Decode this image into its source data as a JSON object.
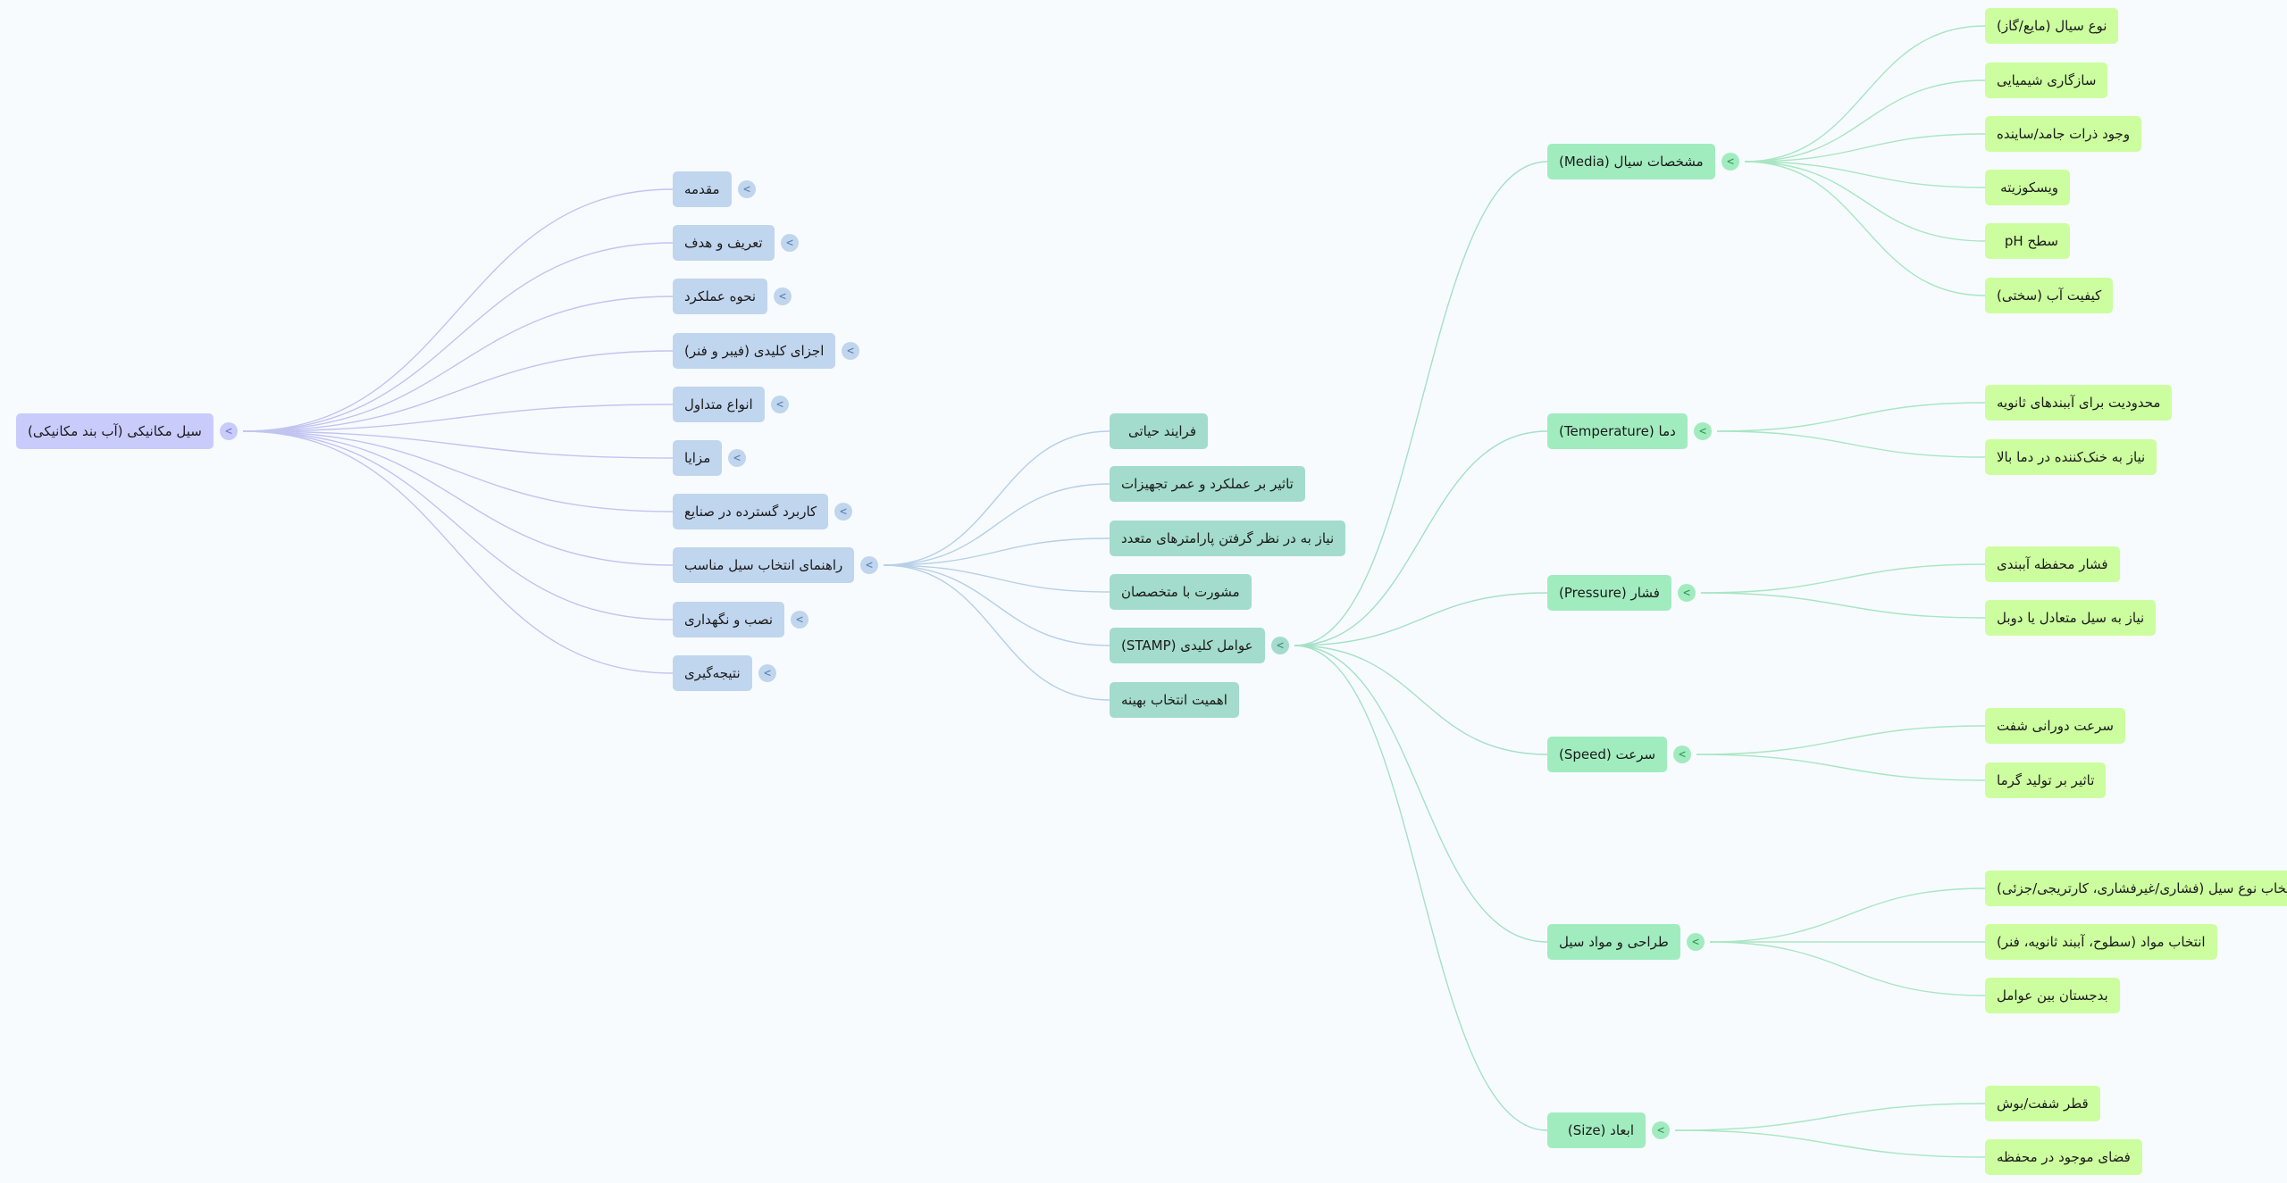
{
  "colors": {
    "background": "#f7fbfe",
    "root": "#c9ccfb",
    "level1": "#c0d5ee",
    "level2": "#a3dccc",
    "level3": "#a1ecbf",
    "level4": "#ccfe9f",
    "edge_root": "#c2c4f0",
    "edge_level1": "#b8cfe6",
    "edge_level2": "#a6e0c6",
    "edge_level3": "#a8e6c2"
  },
  "icons": {
    "toggle": "chevron-left-icon",
    "toggle_glyph": "<"
  },
  "root": {
    "label": "سیل مکانیکی (آب بند مکانیکی)"
  },
  "sections": [
    {
      "label": "مقدمه"
    },
    {
      "label": "تعریف و هدف"
    },
    {
      "label": "نحوه عملکرد"
    },
    {
      "label": "اجزای کلیدی (فیبر و فنر)"
    },
    {
      "label": "انواع متداول"
    },
    {
      "label": "مزایا"
    },
    {
      "label": "کاربرد گسترده در صنایع"
    },
    {
      "label": "راهنمای انتخاب سیل مناسب"
    },
    {
      "label": "نصب و نگهداری"
    },
    {
      "label": "نتیجه‌گیری"
    }
  ],
  "guide_items": [
    {
      "label": "فرایند حیاتی"
    },
    {
      "label": "تاثیر بر عملکرد و عمر تجهیزات"
    },
    {
      "label": "نیاز به در نظر گرفتن پارامترهای متعدد"
    },
    {
      "label": "مشورت با متخصصان"
    },
    {
      "label": "عوامل کلیدی (STAMP)"
    },
    {
      "label": "اهمیت انتخاب بهینه"
    }
  ],
  "factors": [
    {
      "label": "مشخصات سیال (Media)",
      "children": [
        "نوع سیال (مایع/گاز)",
        "سازگاری شیمیایی",
        "وجود ذرات جامد/ساینده",
        "ویسکوزیته",
        "سطح pH",
        "کیفیت آب (سختی)"
      ]
    },
    {
      "label": "دما (Temperature)",
      "children": [
        "محدودیت برای آببندهای ثانویه",
        "نیاز به خنک‌کننده در دما بالا"
      ]
    },
    {
      "label": "فشار (Pressure)",
      "children": [
        "فشار محفظه آببندی",
        "نیاز به سیل متعادل یا دوبل"
      ]
    },
    {
      "label": "سرعت (Speed)",
      "children": [
        "سرعت دورانی شفت",
        "تاثیر بر تولید گرما"
      ]
    },
    {
      "label": "طراحی و مواد سیل",
      "children": [
        "انتخاب نوع سیل (فشاری/غیرفشاری، کارتریجی/جزئی)",
        "انتخاب مواد (سطوح، آببند ثانویه، فنر)",
        "بدجستان بین عوامل"
      ]
    },
    {
      "label": "ابعاد (Size)",
      "children": [
        "قطر شفت/بوش",
        "فضای موجود در محفظه"
      ]
    }
  ]
}
